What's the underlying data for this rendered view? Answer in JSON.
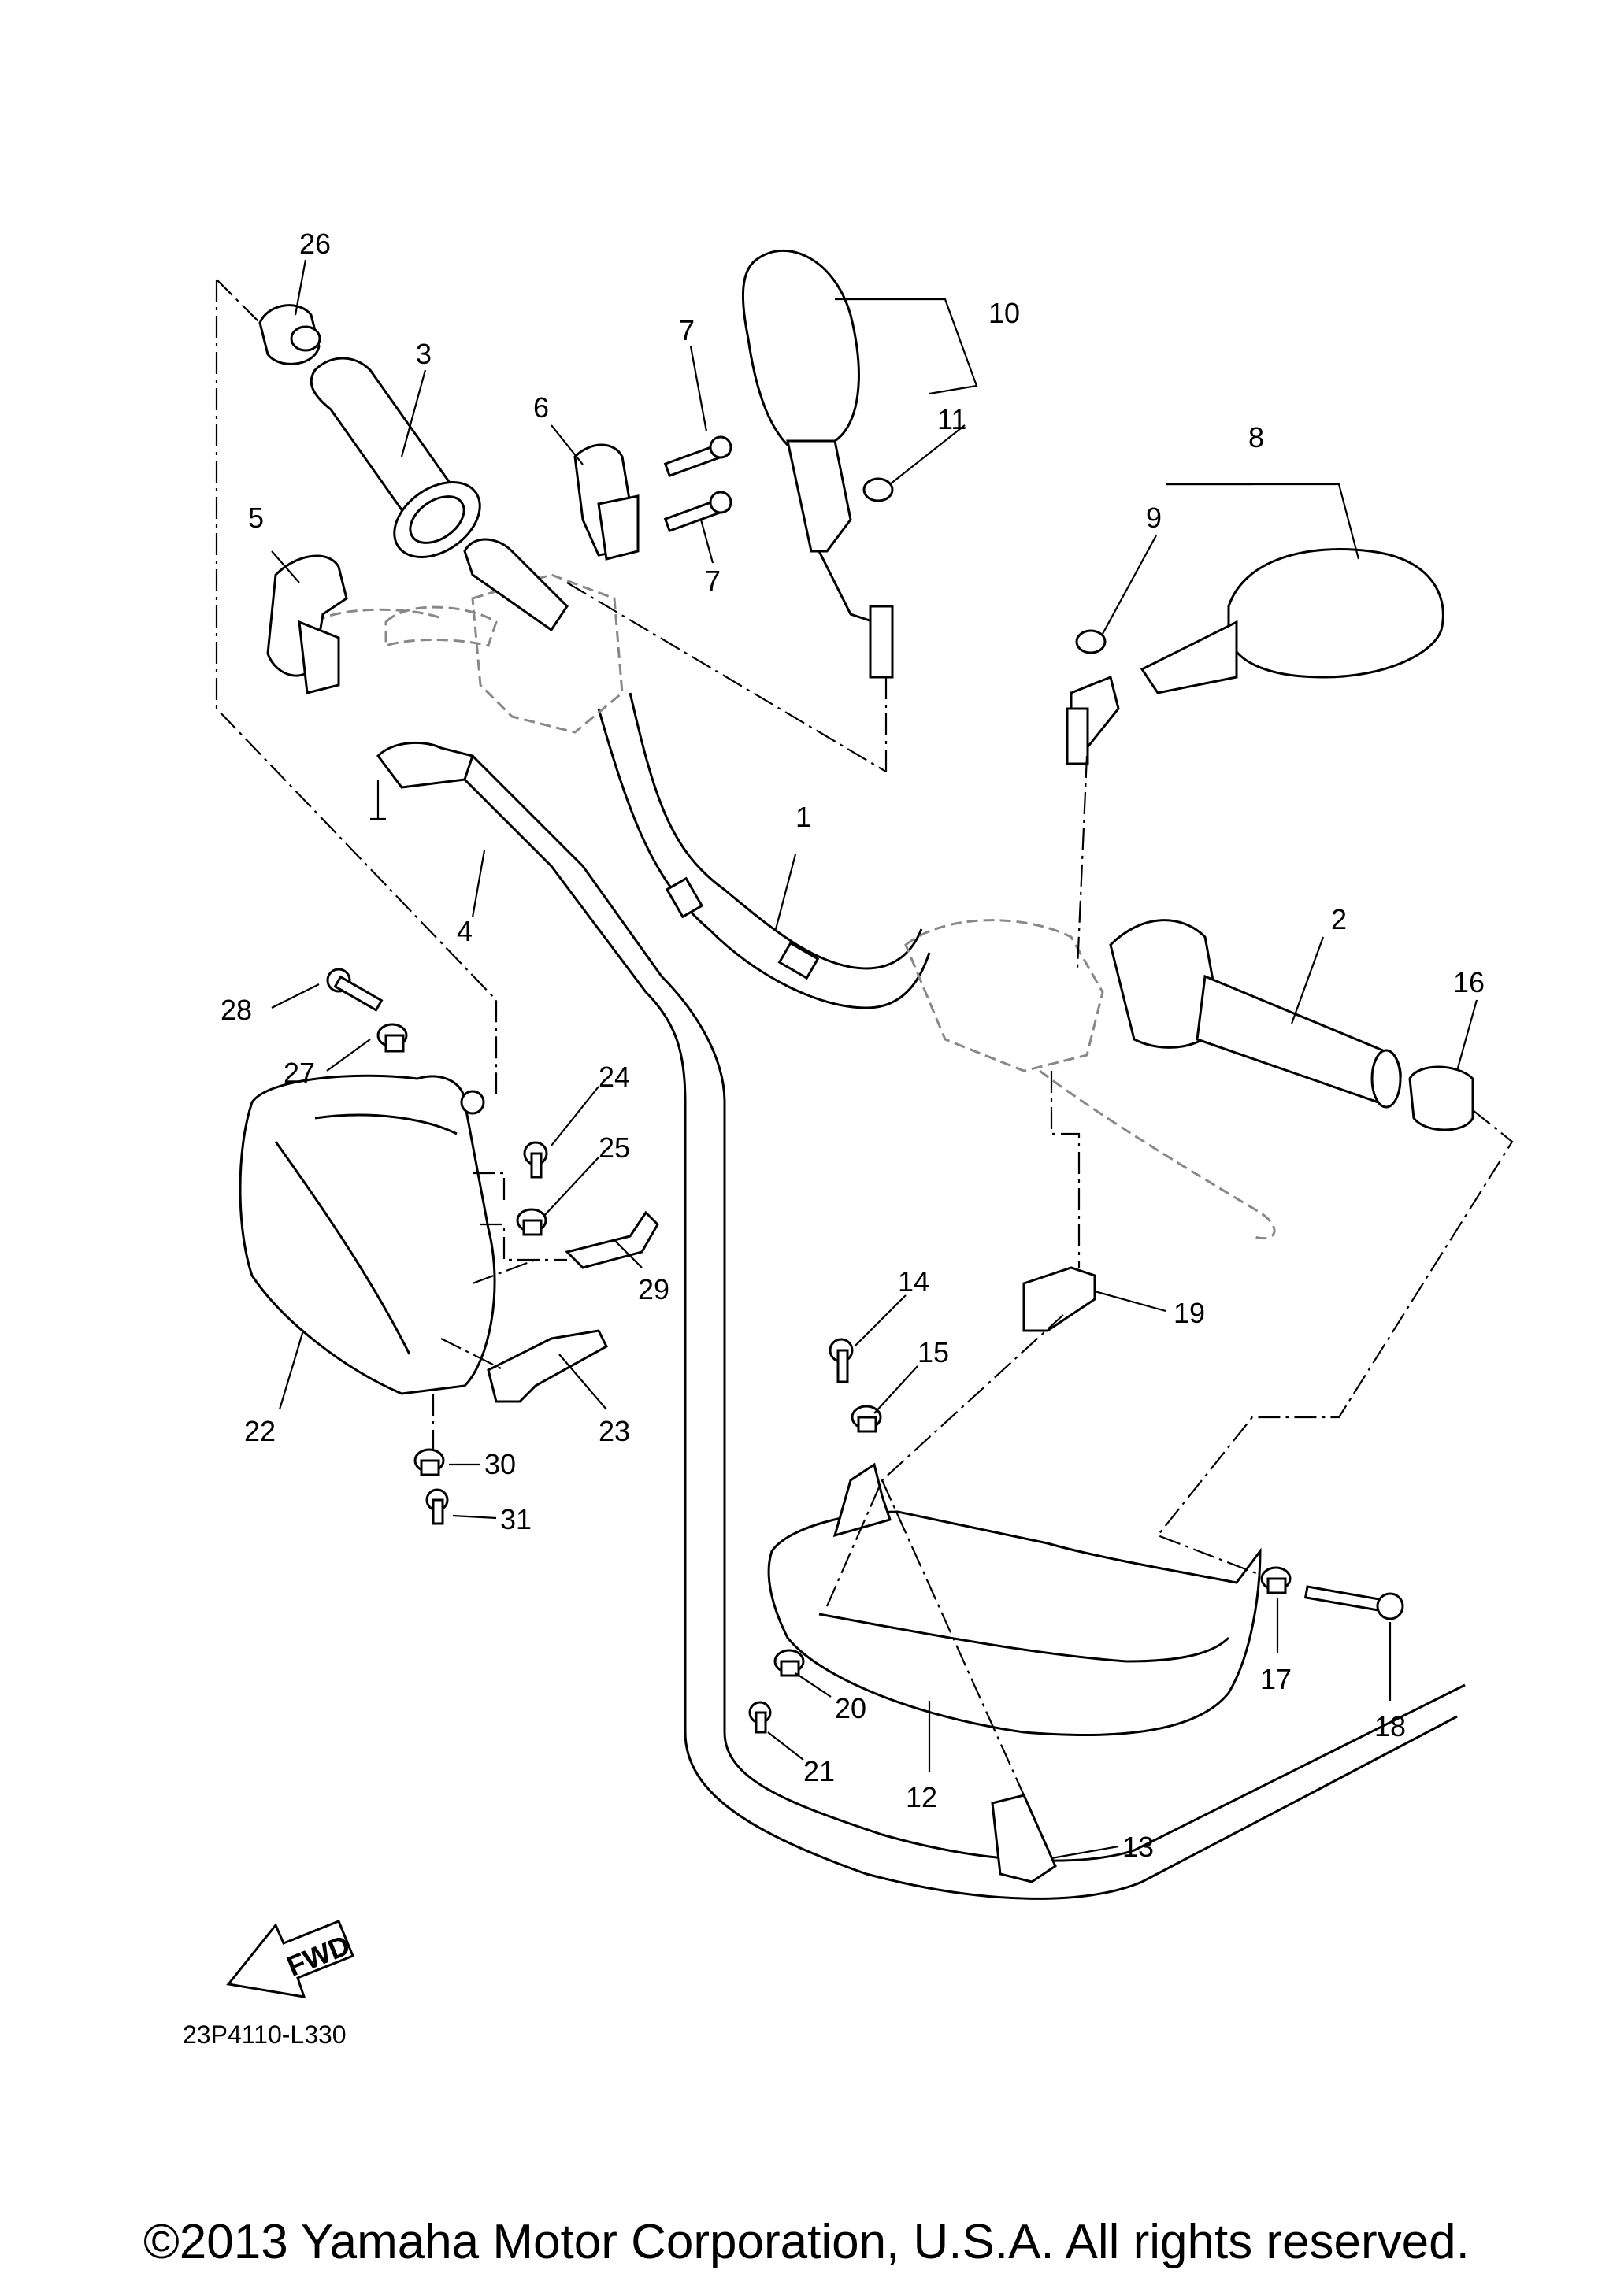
{
  "diagram": {
    "callouts": [
      {
        "id": "26",
        "label": "26"
      },
      {
        "id": "3",
        "label": "3"
      },
      {
        "id": "7a",
        "label": "7"
      },
      {
        "id": "6",
        "label": "6"
      },
      {
        "id": "7b",
        "label": "7"
      },
      {
        "id": "10",
        "label": "10"
      },
      {
        "id": "11",
        "label": "11"
      },
      {
        "id": "8",
        "label": "8"
      },
      {
        "id": "9",
        "label": "9"
      },
      {
        "id": "5",
        "label": "5"
      },
      {
        "id": "1",
        "label": "1"
      },
      {
        "id": "2",
        "label": "2"
      },
      {
        "id": "16",
        "label": "16"
      },
      {
        "id": "4",
        "label": "4"
      },
      {
        "id": "28",
        "label": "28"
      },
      {
        "id": "27",
        "label": "27"
      },
      {
        "id": "24",
        "label": "24"
      },
      {
        "id": "25",
        "label": "25"
      },
      {
        "id": "29",
        "label": "29"
      },
      {
        "id": "22",
        "label": "22"
      },
      {
        "id": "23",
        "label": "23"
      },
      {
        "id": "30",
        "label": "30"
      },
      {
        "id": "31",
        "label": "31"
      },
      {
        "id": "14",
        "label": "14"
      },
      {
        "id": "15",
        "label": "15"
      },
      {
        "id": "19",
        "label": "19"
      },
      {
        "id": "17",
        "label": "17"
      },
      {
        "id": "18",
        "label": "18"
      },
      {
        "id": "20",
        "label": "20"
      },
      {
        "id": "21",
        "label": "21"
      },
      {
        "id": "12",
        "label": "12"
      },
      {
        "id": "13",
        "label": "13"
      }
    ],
    "fwd_label": "FWD",
    "diagram_code": "23P4110-L330"
  },
  "footer": {
    "copyright": "©2013 Yamaha Motor Corporation, U.S.A. All rights reserved."
  }
}
